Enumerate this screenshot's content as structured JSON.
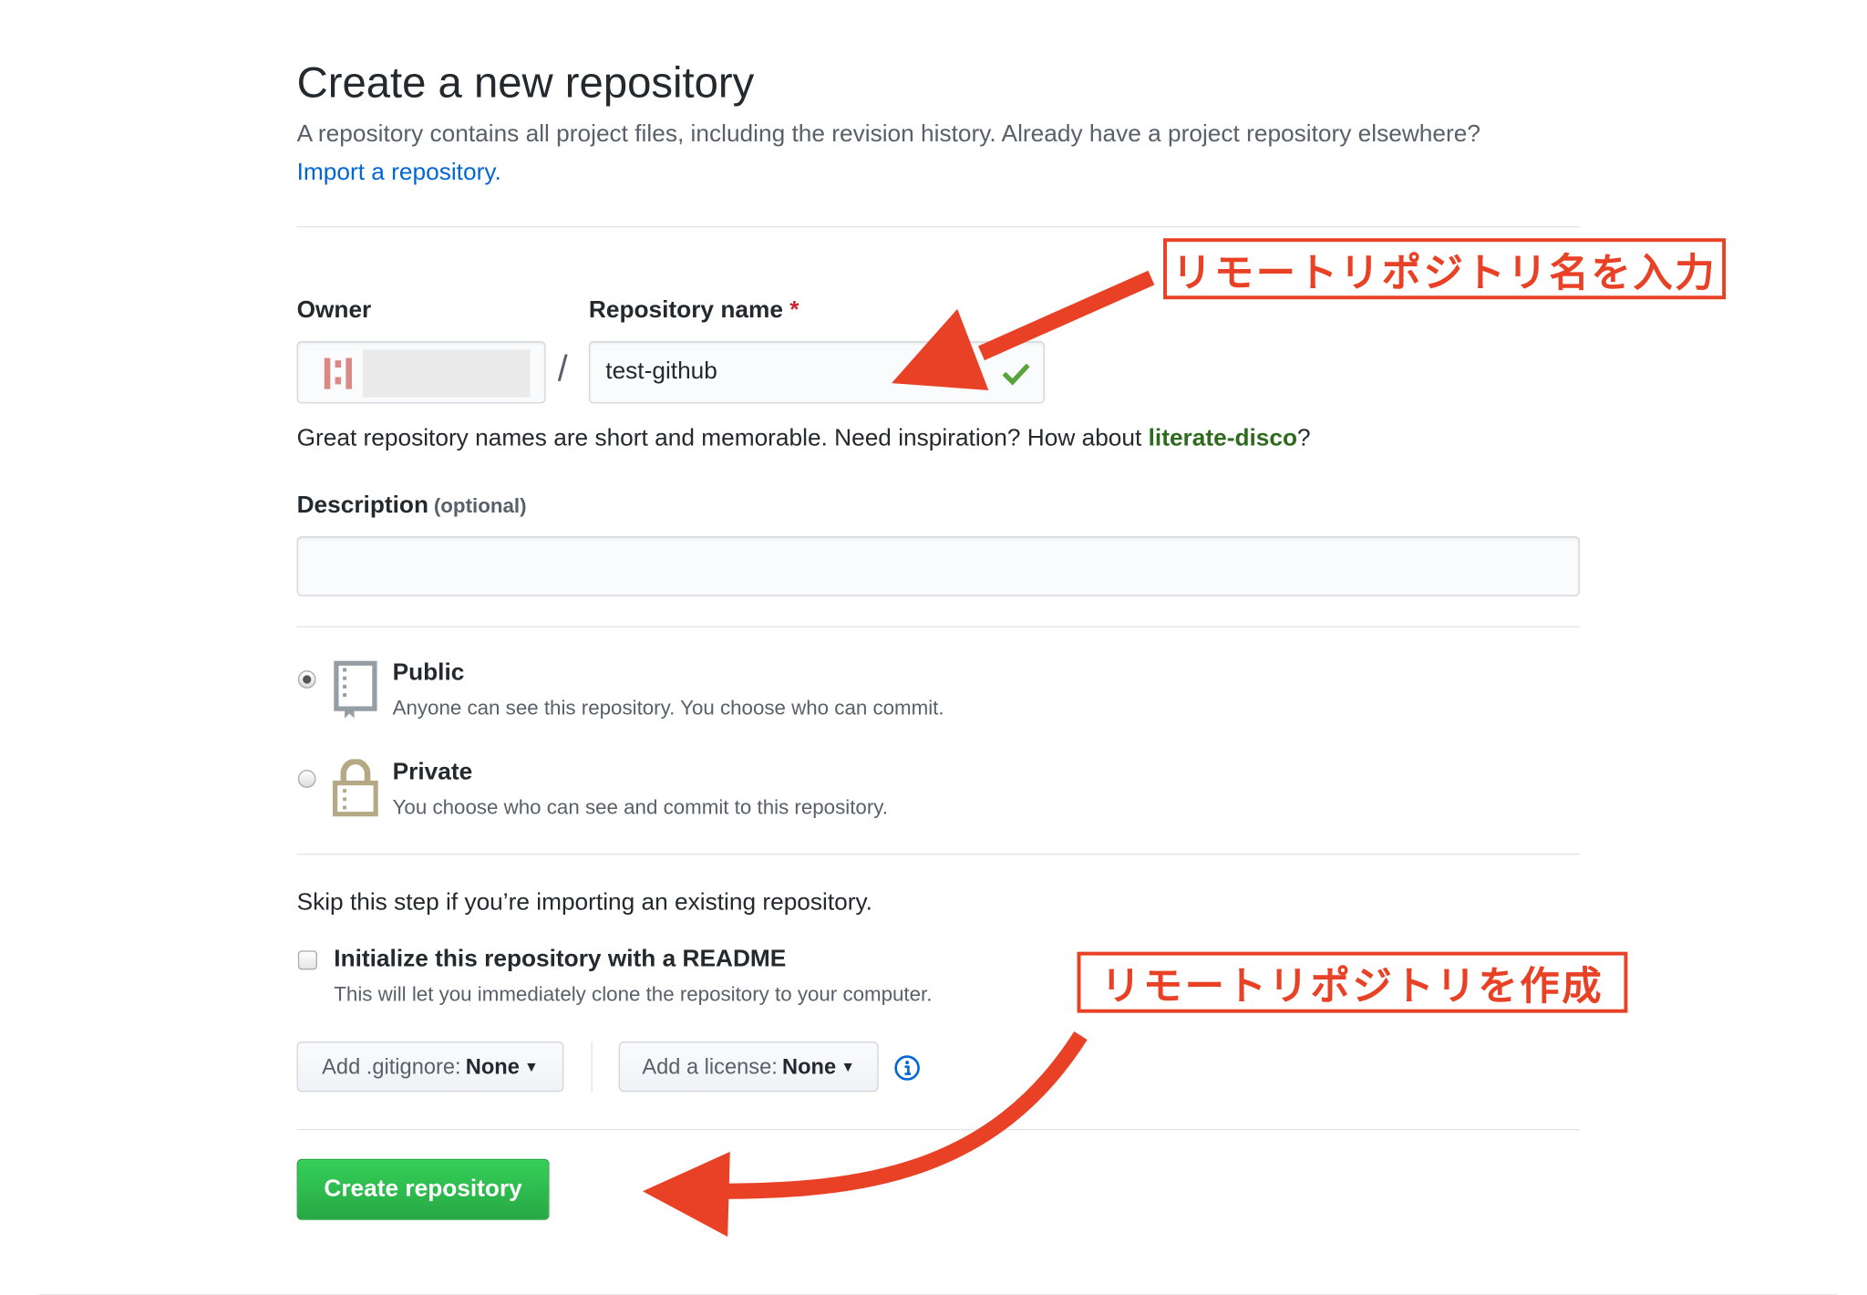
{
  "header": {
    "title": "Create a new repository",
    "subtitle": "A repository contains all project files, including the revision history. Already have a project repository elsewhere?",
    "import_link": "Import a repository."
  },
  "owner": {
    "label": "Owner"
  },
  "repo": {
    "label": "Repository name",
    "required_mark": "*",
    "value": "test-github",
    "separator": "/"
  },
  "hint": {
    "text_before": "Great repository names are short and memorable. Need inspiration? How about ",
    "suggestion": "literate-disco",
    "text_after": "?"
  },
  "description": {
    "label": "Description",
    "optional": "(optional)",
    "value": ""
  },
  "visibility": {
    "public": {
      "label": "Public",
      "desc": "Anyone can see this repository. You choose who can commit.",
      "selected": true
    },
    "private": {
      "label": "Private",
      "desc": "You choose who can see and commit to this repository.",
      "selected": false
    }
  },
  "init": {
    "skip_text": "Skip this step if you’re importing an existing repository.",
    "readme_label": "Initialize this repository with a README",
    "readme_desc": "This will let you immediately clone the repository to your computer.",
    "readme_checked": false,
    "gitignore_prefix": "Add .gitignore:",
    "gitignore_value": "None",
    "license_prefix": "Add a license:",
    "license_value": "None"
  },
  "create_button": "Create repository",
  "annotations": {
    "repo_name": "リモートリポジトリ名を入力",
    "create": "リモートリポジトリを作成"
  },
  "colors": {
    "annotation": "#e94125",
    "primary_button": "#28a745",
    "link": "#0366d6"
  }
}
